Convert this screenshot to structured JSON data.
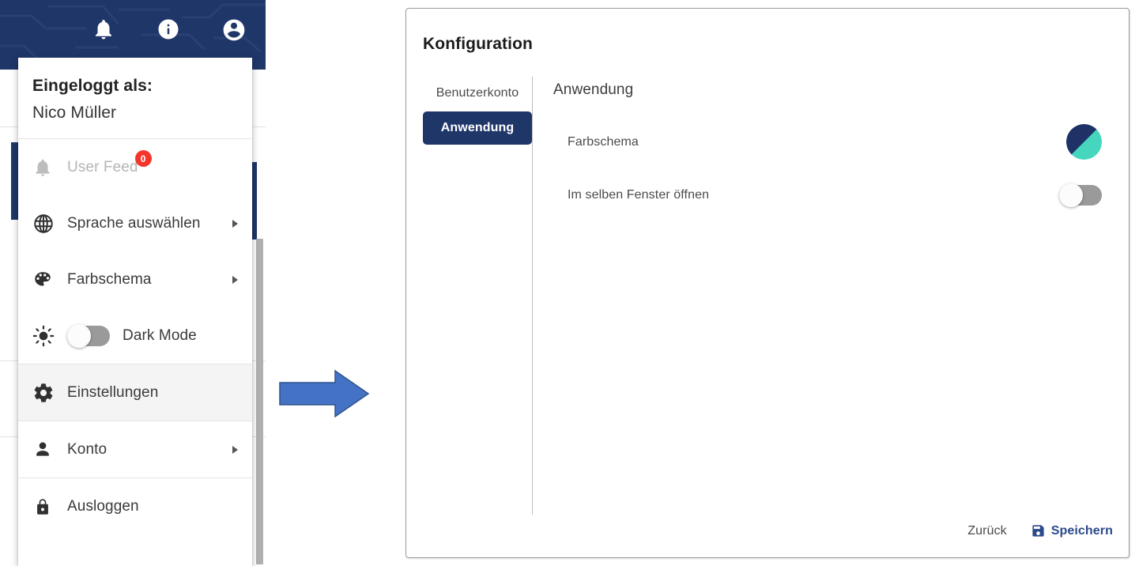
{
  "app_header": {
    "icons": [
      {
        "name": "notifications-bell-icon",
        "label": "Benachrichtigungen"
      },
      {
        "name": "info-circle-icon",
        "label": "Information"
      },
      {
        "name": "account-circle-icon",
        "label": "Benutzerkonto"
      }
    ],
    "background_color": "#1f3669"
  },
  "user_menu": {
    "logged_in_label": "Eingeloggt als:",
    "user_name": "Nico Müller",
    "items": [
      {
        "id": "user-feed",
        "label": "User Feed",
        "icon": "bell-icon",
        "badge": "0",
        "badge_color": "#f5342a",
        "disabled": true,
        "has_submenu": false,
        "hovered": false
      },
      {
        "id": "language",
        "label": "Sprache auswählen",
        "icon": "globe-icon",
        "disabled": false,
        "has_submenu": true,
        "hovered": false
      },
      {
        "id": "color-scheme",
        "label": "Farbschema",
        "icon": "palette-icon",
        "disabled": false,
        "has_submenu": true,
        "hovered": false
      },
      {
        "id": "dark-mode",
        "label": "Dark Mode",
        "icon": "sun-icon",
        "disabled": false,
        "has_submenu": false,
        "has_switch": true,
        "switch_on": false,
        "hovered": false
      },
      {
        "id": "settings",
        "label": "Einstellungen",
        "icon": "gear-icon",
        "disabled": false,
        "has_submenu": false,
        "hovered": true
      },
      {
        "id": "account",
        "label": "Konto",
        "icon": "person-icon",
        "disabled": false,
        "has_submenu": true,
        "hovered": false
      },
      {
        "id": "logout",
        "label": "Ausloggen",
        "icon": "lock-icon",
        "disabled": false,
        "has_submenu": false,
        "hovered": false
      }
    ]
  },
  "flow_arrow": {
    "direction": "right",
    "fill_color": "#4472c4",
    "stroke_color": "#2f528f"
  },
  "config_dialog": {
    "title": "Konfiguration",
    "nav": [
      {
        "id": "benutzerkonto",
        "label": "Benutzerkonto",
        "active": false
      },
      {
        "id": "anwendung",
        "label": "Anwendung",
        "active": true
      }
    ],
    "content_heading": "Anwendung",
    "settings": [
      {
        "id": "farbschema",
        "label": "Farbschema",
        "control": "color-swatch",
        "colors": {
          "primary": "#1f3267",
          "secondary": "#45d6bd"
        }
      },
      {
        "id": "im-selben-fenster-oeffnen",
        "label": "Im selben Fenster öffnen",
        "control": "toggle",
        "value": false
      }
    ],
    "footer": {
      "back_label": "Zurück",
      "save_label": "Speichern",
      "save_icon": "save-floppy-icon",
      "save_color": "#2b4a8b"
    },
    "accent_color": "#1f3669"
  }
}
